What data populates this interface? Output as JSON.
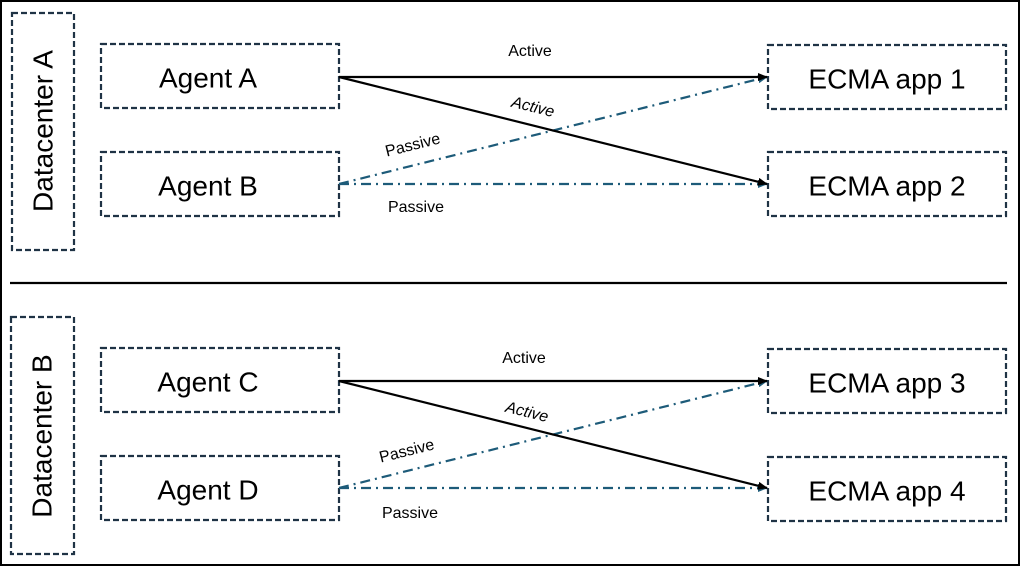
{
  "colors": {
    "solid_arrow": "#000000",
    "passive_arrow": "#1d5b79",
    "box_border": "#1f3345",
    "divider": "#000000"
  },
  "datacenters": [
    {
      "label": "Datacenter A",
      "agents": [
        "Agent A",
        "Agent B"
      ],
      "apps": [
        "ECMA app 1",
        "ECMA app 2"
      ],
      "links": [
        {
          "from": "Agent A",
          "to": "ECMA app 1",
          "label": "Active"
        },
        {
          "from": "Agent A",
          "to": "ECMA app 2",
          "label": "Active"
        },
        {
          "from": "Agent B",
          "to": "ECMA app 1",
          "label": "Passive"
        },
        {
          "from": "Agent B",
          "to": "ECMA app 2",
          "label": "Passive"
        }
      ]
    },
    {
      "label": "Datacenter B",
      "agents": [
        "Agent C",
        "Agent D"
      ],
      "apps": [
        "ECMA app 3",
        "ECMA app 4"
      ],
      "links": [
        {
          "from": "Agent C",
          "to": "ECMA app 3",
          "label": "Active"
        },
        {
          "from": "Agent C",
          "to": "ECMA app 4",
          "label": "Active"
        },
        {
          "from": "Agent D",
          "to": "ECMA app 3",
          "label": "Passive"
        },
        {
          "from": "Agent D",
          "to": "ECMA app 4",
          "label": "Passive"
        }
      ]
    }
  ]
}
